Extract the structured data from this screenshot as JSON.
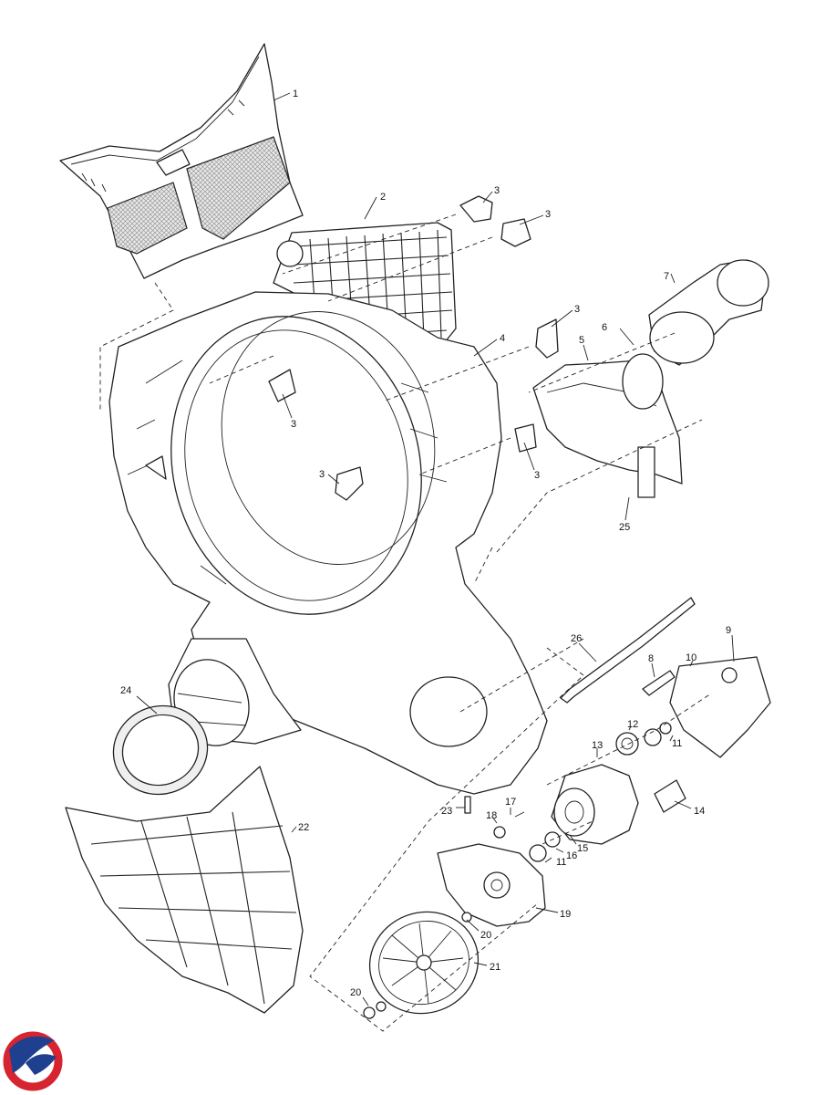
{
  "callouts": [
    {
      "id": "c1",
      "text": "1"
    },
    {
      "id": "c2",
      "text": "2"
    },
    {
      "id": "c3a",
      "text": "3"
    },
    {
      "id": "c3b",
      "text": "3"
    },
    {
      "id": "c3c",
      "text": "3"
    },
    {
      "id": "c3d",
      "text": "3"
    },
    {
      "id": "c3e",
      "text": "3"
    },
    {
      "id": "c3f",
      "text": "3"
    },
    {
      "id": "c4",
      "text": "4"
    },
    {
      "id": "c5",
      "text": "5"
    },
    {
      "id": "c6",
      "text": "6"
    },
    {
      "id": "c7",
      "text": "7"
    },
    {
      "id": "c8",
      "text": "8"
    },
    {
      "id": "c9",
      "text": "9"
    },
    {
      "id": "c10",
      "text": "10"
    },
    {
      "id": "c11a",
      "text": "11"
    },
    {
      "id": "c11b",
      "text": "11"
    },
    {
      "id": "c12",
      "text": "12"
    },
    {
      "id": "c13",
      "text": "13"
    },
    {
      "id": "c14",
      "text": "14"
    },
    {
      "id": "c15",
      "text": "15"
    },
    {
      "id": "c16",
      "text": "16"
    },
    {
      "id": "c17",
      "text": "17"
    },
    {
      "id": "c18",
      "text": "18"
    },
    {
      "id": "c19",
      "text": "19"
    },
    {
      "id": "c20a",
      "text": "20"
    },
    {
      "id": "c20b",
      "text": "20"
    },
    {
      "id": "c21",
      "text": "21"
    },
    {
      "id": "c22",
      "text": "22"
    },
    {
      "id": "c23",
      "text": "23"
    },
    {
      "id": "c24",
      "text": "24"
    },
    {
      "id": "c25",
      "text": "25"
    },
    {
      "id": "c26",
      "text": "26"
    }
  ],
  "logo": {
    "colors": {
      "red": "#d62430",
      "blue": "#1f3f8f"
    }
  }
}
